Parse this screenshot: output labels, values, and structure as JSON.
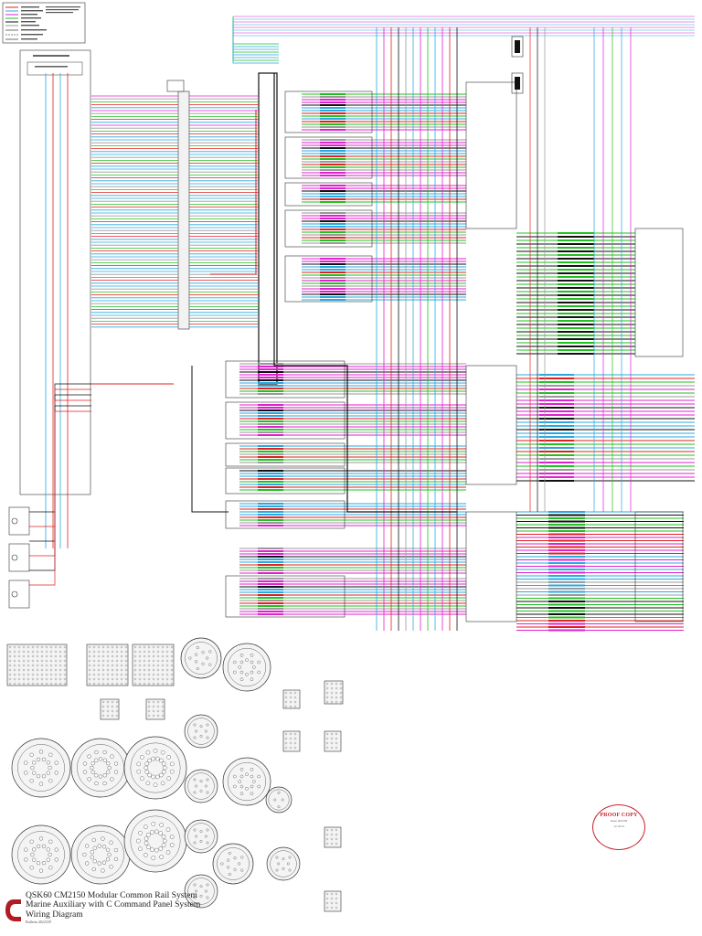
{
  "title_block": {
    "line1": "QSK60 CM2150 Modular Common Rail System",
    "line2": "Marine Auxiliary with C Command Panel System",
    "line3": "Wiring Diagram",
    "bulletin": "Bulletin 4022339"
  },
  "stamp": {
    "label": "PROOF COPY",
    "line2": "Issue 402339",
    "line3": "12-2013"
  },
  "colors": {
    "red": "#e02020",
    "cyan": "#29a8e0",
    "magenta": "#e020d0",
    "green": "#20c020",
    "black": "#111111",
    "gray": "#999999",
    "stamp_red": "#c8232c"
  }
}
